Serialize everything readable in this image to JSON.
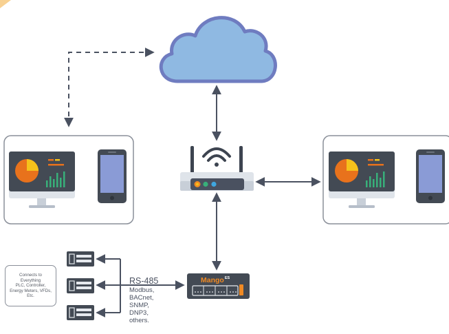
{
  "icons": {
    "cloud": "cloud-icon",
    "router": "wifi-router-icon",
    "monitor": "desktop-monitor-icon",
    "phone": "smartphone-icon",
    "device": "field-device-icon",
    "gateway": "mango-es-gateway-icon"
  },
  "colors": {
    "cloud_fill": "#8fb9e2",
    "cloud_stroke": "#6f7cc0",
    "arrow": "#4a5160",
    "panel_border": "#8a8f99",
    "screen_dark": "#434a54",
    "pie_orange": "#e8721c",
    "pie_yellow": "#f5c21b",
    "bars_green": "#38b07a",
    "phone_screen": "#8a9bd6",
    "gateway_orange": "#f08a24"
  },
  "gateway": {
    "brand": "Mango",
    "brand_suffix": "ES"
  },
  "note": {
    "text": "Connects to\nEverything\nPLC, Controller,\nEnergy Meters, VFDs,\nEtc."
  },
  "protocols": {
    "title": "RS-485",
    "items": [
      "Modbus,",
      "BACnet,",
      "SNMP,",
      "DNP3,",
      "others."
    ]
  }
}
